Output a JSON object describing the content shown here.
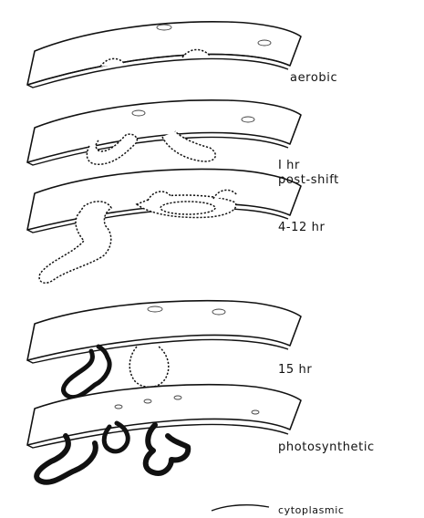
{
  "stages": [
    {
      "id": "aerobic",
      "label": "aerobic"
    },
    {
      "id": "1hr",
      "label": "I hr\npost-shift"
    },
    {
      "id": "4-12hr",
      "label": "4-12 hr"
    },
    {
      "id": "15hr",
      "label": "15 hr"
    },
    {
      "id": "photosynthetic",
      "label": "photosynthetic"
    },
    {
      "id": "cytoplasmic",
      "label": "cytoplasmic"
    }
  ]
}
